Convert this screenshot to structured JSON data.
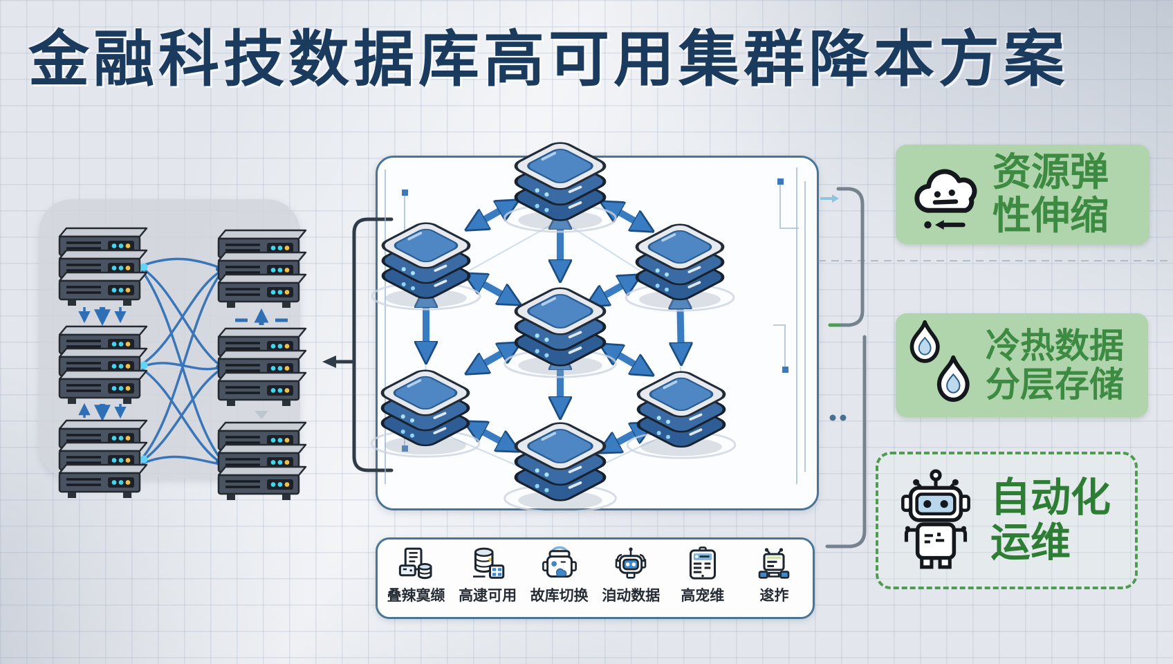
{
  "title": "金融科技数据库高可用集群降本方案",
  "right_features": [
    {
      "name": "资源弹性伸缩",
      "icon": "cloud-wind-icon",
      "line1": "资源弹",
      "line2": "性伸缩"
    },
    {
      "name": "冷热数据分层存储",
      "icon": "flames-icon",
      "line1": "冷热数据",
      "line2": "分层存储"
    },
    {
      "name": "自动化运维",
      "icon": "robot-icon",
      "line1": "自动化",
      "line2": "运维"
    }
  ],
  "bottom_bar": {
    "items": [
      {
        "label": "叠辣寞缬",
        "icon": "documents-database-icon"
      },
      {
        "label": "高逮可用",
        "icon": "database-modules-icon"
      },
      {
        "label": "故库切换",
        "icon": "terminal-cloud-icon"
      },
      {
        "label": "洎动数据",
        "icon": "robot-head-icon"
      },
      {
        "label": "高宠维",
        "icon": "checklist-clipboard-icon"
      },
      {
        "label": "逡拃",
        "icon": "monitor-board-icon"
      }
    ]
  },
  "colors": {
    "title": "#1a3a5e",
    "feature_text_green": "#3d8a42",
    "feature_text_dark_green": "#2e7d35",
    "feature_bg_green": "#b0d4ab",
    "dashed_border_green": "#4f9b52",
    "arrow_blue": "#3a7cc2",
    "box_border_blue": "#4a7496",
    "server_blue": "#3a6ba5"
  }
}
